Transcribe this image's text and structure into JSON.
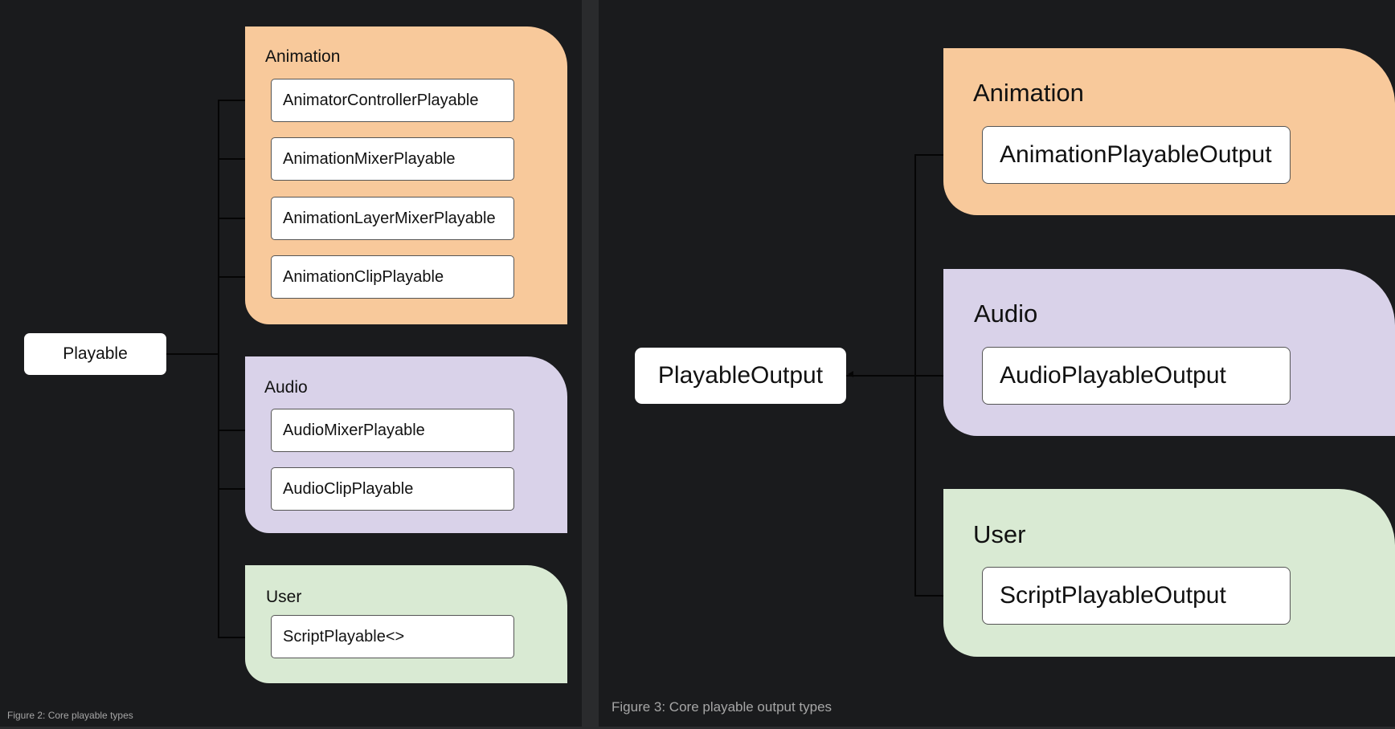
{
  "figure_left": {
    "root": "Playable",
    "groups": [
      {
        "title": "Animation",
        "color": "#f8c99b",
        "items": [
          "AnimatorControllerPlayable",
          "AnimationMixerPlayable",
          "AnimationLayerMixerPlayable",
          "AnimationClipPlayable"
        ]
      },
      {
        "title": "Audio",
        "color": "#d9d2e9",
        "items": [
          "AudioMixerPlayable",
          "AudioClipPlayable"
        ]
      },
      {
        "title": "User",
        "color": "#d9ead3",
        "items": [
          "ScriptPlayable<>"
        ]
      }
    ],
    "caption": "Figure 2: Core playable types"
  },
  "figure_right": {
    "root": "PlayableOutput",
    "groups": [
      {
        "title": "Animation",
        "color": "#f8c99b",
        "items": [
          "AnimationPlayableOutput"
        ]
      },
      {
        "title": "Audio",
        "color": "#d9d2e9",
        "items": [
          "AudioPlayableOutput"
        ]
      },
      {
        "title": "User",
        "color": "#d9ead3",
        "items": [
          "ScriptPlayableOutput"
        ]
      }
    ],
    "caption": "Figure 3: Core playable output types"
  }
}
